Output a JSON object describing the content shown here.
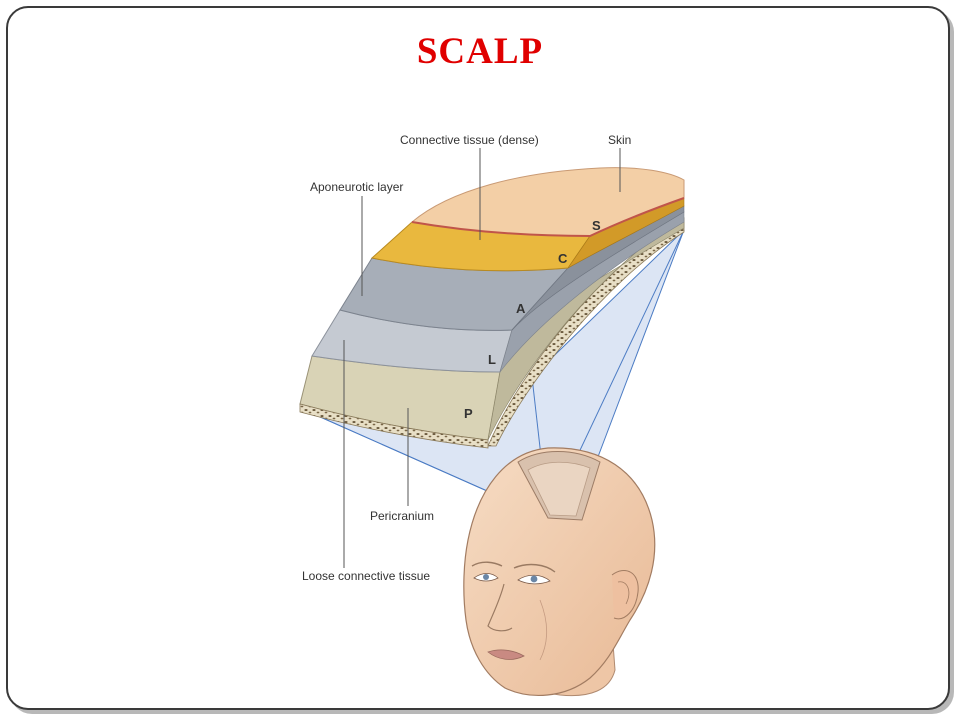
{
  "slide": {
    "title": "SCALP",
    "title_color": "#e00000"
  },
  "diagram": {
    "labels": {
      "connective_tissue_dense": "Connective tissue (dense)",
      "skin": "Skin",
      "aponeurotic_layer": "Aponeurotic layer",
      "pericranium": "Pericranium",
      "loose_connective_tissue": "Loose connective tissue"
    },
    "layer_letters": {
      "s": "S",
      "c": "C",
      "a": "A",
      "l": "L",
      "p": "P"
    },
    "colors": {
      "skin": "#f3cfa6",
      "connective_dense": "#e9b83e",
      "aponeurotic": "#a7aeb8",
      "loose_connective": "#c5cad2",
      "pericranium": "#d9d3b6",
      "bone": "#e6dcc1",
      "projection": "#c9d7ee"
    }
  }
}
